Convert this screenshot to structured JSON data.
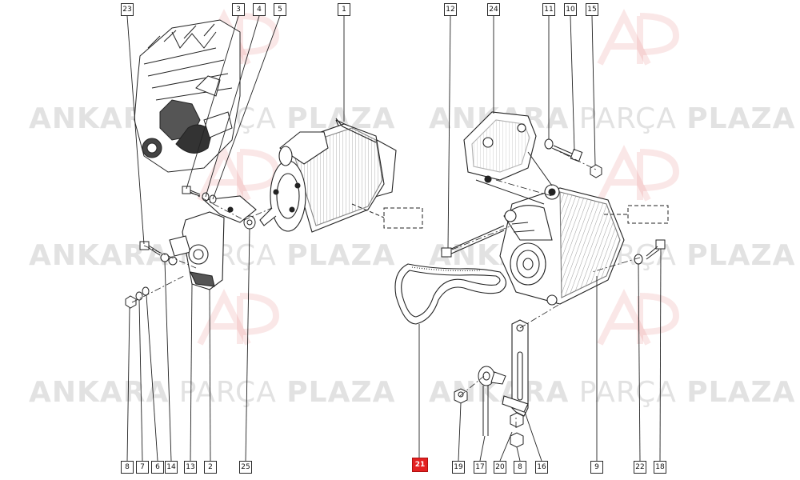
{
  "watermark": {
    "word1": "ANKARA",
    "word2": "PARÇA",
    "word3": "PLAZA",
    "color": "#b4b4b4"
  },
  "callouts": {
    "c23": "23",
    "c3": "3",
    "c4": "4",
    "c5": "5",
    "c1": "1",
    "c12": "12",
    "c24": "24",
    "c11": "11",
    "c10": "10",
    "c15": "15",
    "c8a": "8",
    "c7": "7",
    "c6": "6",
    "c14": "14",
    "c13": "13",
    "c2": "2",
    "c25": "25",
    "c21": "21",
    "c19": "19",
    "c17": "17",
    "c20": "20",
    "c8b": "8",
    "c16": "16",
    "c9": "9",
    "c22": "22",
    "c18": "18"
  },
  "highlight_color": "#e32121",
  "selected_callout": "21"
}
